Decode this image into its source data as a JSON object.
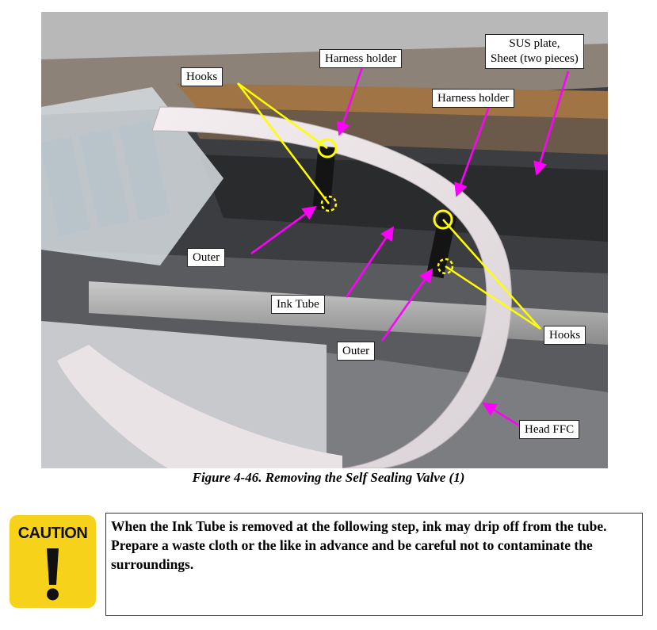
{
  "figure": {
    "caption": "Figure 4-46.  Removing the Self Sealing Valve (1)",
    "labels": {
      "hooks_left": "Hooks",
      "harness_holder_top": "Harness holder",
      "sus_plate_line1": "SUS plate,",
      "sus_plate_line2": "Sheet (two pieces)",
      "harness_holder_right": "Harness holder",
      "outer_left": "Outer",
      "ink_tube": "Ink Tube",
      "outer_center": "Outer",
      "hooks_right": "Hooks",
      "head_ffc": "Head FFC"
    },
    "colors": {
      "magenta_arrow": "#ff00ff",
      "yellow_marker": "#ffff00",
      "caution_yellow": "#f7d21a"
    }
  },
  "caution": {
    "badge_word": "CAUTION",
    "badge_icon": "exclamation-icon",
    "text": "When the Ink Tube is removed at the following step, ink may drip off from the tube. Prepare a waste cloth or the like in advance and be careful not to contaminate the surroundings."
  }
}
